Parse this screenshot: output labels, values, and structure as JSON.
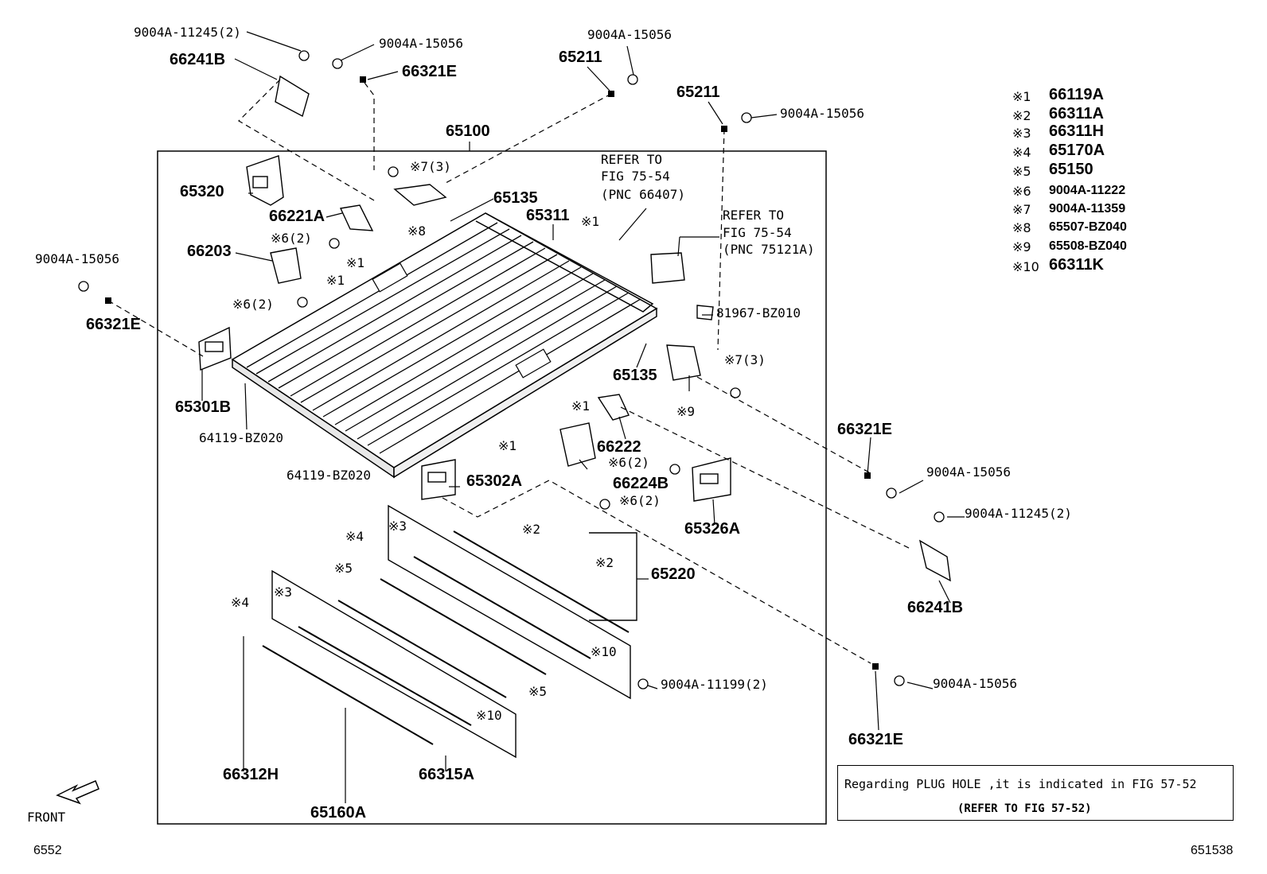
{
  "callouts": {
    "c_9004A_11245_2_top": "9004A-11245(2)",
    "c_66241B_top": "66241B",
    "c_9004A_15056_a": "9004A-15056",
    "c_66321E_top": "66321E",
    "c_9004A_15056_b": "9004A-15056",
    "c_65211_a": "65211",
    "c_65211_b": "65211",
    "c_9004A_15056_c": "9004A-15056",
    "c_65100": "65100",
    "c_refer1": "REFER TO",
    "c_refer1_fig": "FIG 75-54",
    "c_refer1_pnc": "(PNC 66407)",
    "c_refer2": "REFER TO",
    "c_refer2_fig": "FIG 75-54",
    "c_refer2_pnc": "(PNC 75121A)",
    "c_x7_3_top": "※7(3)",
    "c_65135_top": "65135",
    "c_65311": "65311",
    "c_x1_a": "※1",
    "c_65320": "65320",
    "c_66221A": "66221A",
    "c_x8": "※8",
    "c_x6_2_a": "※6(2)",
    "c_66203": "66203",
    "c_x1_b": "※1",
    "c_x1_c": "※1",
    "c_x6_2_b": "※6(2)",
    "c_9004A_15056_left": "9004A-15056",
    "c_66321E_left": "66321E",
    "c_81967_BZ010": "81967-BZ010",
    "c_65135_mid": "65135",
    "c_x7_3_right": "※7(3)",
    "c_x9": "※9",
    "c_x1_d": "※1",
    "c_65301B": "65301B",
    "c_64119_BZ020_a": "64119-BZ020",
    "c_x1_e": "※1",
    "c_66222": "66222",
    "c_x6_2_c": "※6(2)",
    "c_64119_BZ020_b": "64119-BZ020",
    "c_65302A": "65302A",
    "c_66224B": "66224B",
    "c_x6_2_d": "※6(2)",
    "c_65326A": "65326A",
    "c_66321E_r1": "66321E",
    "c_9004A_15056_r1": "9004A-15056",
    "c_9004A_11245_2_r": "9004A-11245(2)",
    "c_x4_a": "※4",
    "c_x3_a": "※3",
    "c_x2_a": "※2",
    "c_x2_b": "※2",
    "c_65220": "65220",
    "c_66241B_r": "66241B",
    "c_x5_a": "※5",
    "c_x4_b": "※4",
    "c_x3_b": "※3",
    "c_x10_a": "※10",
    "c_9004A_11199_2": "9004A-11199(2)",
    "c_x5_b": "※5",
    "c_x10_b": "※10",
    "c_9004A_15056_r2": "9004A-15056",
    "c_66321E_r2": "66321E",
    "c_66312H": "66312H",
    "c_66315A": "66315A",
    "c_65160A": "65160A",
    "c_front": "FRONT",
    "c_fig_no": "6552",
    "c_img_no": "651538"
  },
  "legend": [
    {
      "key": "※1",
      "value": "66119A"
    },
    {
      "key": "※2",
      "value": "66311A"
    },
    {
      "key": "※3",
      "value": "66311H"
    },
    {
      "key": "※4",
      "value": "65170A"
    },
    {
      "key": "※5",
      "value": "65150"
    },
    {
      "key": "※6",
      "value": "9004A-11222"
    },
    {
      "key": "※7",
      "value": "9004A-11359"
    },
    {
      "key": "※8",
      "value": "65507-BZ040"
    },
    {
      "key": "※9",
      "value": "65508-BZ040"
    },
    {
      "key": "※10",
      "value": "66311K"
    }
  ],
  "note": {
    "line1": "Regarding PLUG HOLE ,it is indicated in FIG 57-52",
    "line2": "(REFER TO FIG 57-52)"
  }
}
